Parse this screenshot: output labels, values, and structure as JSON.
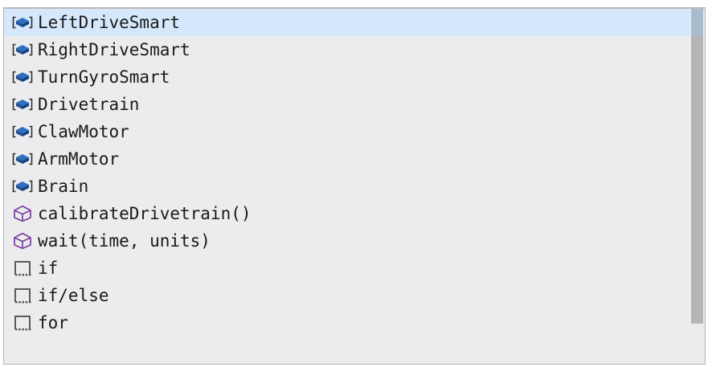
{
  "palette": {
    "name": "blocks-palette",
    "background_color": "#ececee",
    "selection_color": "#d5e8fb",
    "border_color": "#b4b4b7",
    "scrollbar": {
      "thumb_color": "#b5b5b8",
      "track_color": "#ececee"
    },
    "items": [
      {
        "label": "LeftDriveSmart",
        "icon": "device-box-icon",
        "icon_color": "#1b4f96",
        "selected": true
      },
      {
        "label": "RightDriveSmart",
        "icon": "device-box-icon",
        "icon_color": "#1b4f96",
        "selected": false
      },
      {
        "label": "TurnGyroSmart",
        "icon": "device-box-icon",
        "icon_color": "#1b4f96",
        "selected": false
      },
      {
        "label": "Drivetrain",
        "icon": "device-box-icon",
        "icon_color": "#1b4f96",
        "selected": false
      },
      {
        "label": "ClawMotor",
        "icon": "device-box-icon",
        "icon_color": "#1b4f96",
        "selected": false
      },
      {
        "label": "ArmMotor",
        "icon": "device-box-icon",
        "icon_color": "#1b4f96",
        "selected": false
      },
      {
        "label": "Brain",
        "icon": "device-box-icon",
        "icon_color": "#1b4f96",
        "selected": false
      },
      {
        "label": "calibrateDrivetrain()",
        "icon": "cube-wire-icon",
        "icon_color": "#7b3f9d",
        "selected": false
      },
      {
        "label": "wait(time, units)",
        "icon": "cube-wire-icon",
        "icon_color": "#7b3f9d",
        "selected": false
      },
      {
        "label": "if",
        "icon": "code-block-icon",
        "icon_color": "#5a5a5a",
        "selected": false
      },
      {
        "label": "if/else",
        "icon": "code-block-icon",
        "icon_color": "#5a5a5a",
        "selected": false
      },
      {
        "label": "for",
        "icon": "code-block-icon",
        "icon_color": "#5a5a5a",
        "selected": false
      }
    ]
  }
}
